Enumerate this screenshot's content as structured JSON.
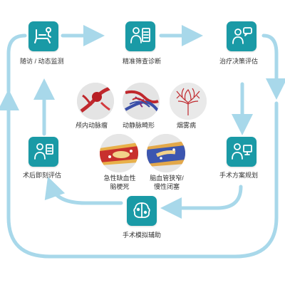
{
  "nodes": {
    "followup": {
      "label": "随访 / 动态监测",
      "icon": "dental-chair-icon"
    },
    "screening": {
      "label": "精准筛查诊断",
      "icon": "doctor-checklist-icon"
    },
    "treatment": {
      "label": "治疗决策评估",
      "icon": "doctor-chat-icon"
    },
    "surgery_plan": {
      "label": "手术方案规划",
      "icon": "surgeon-monitor-icon"
    },
    "postop": {
      "label": "术后即刻评估",
      "icon": "doctor-clipboard-icon"
    },
    "simulation": {
      "label": "手术模拟辅助",
      "icon": "brain-circuit-icon"
    }
  },
  "diseases": {
    "aneurysm": {
      "label": "颅内动脉瘤"
    },
    "avm": {
      "label": "动静脉畸形"
    },
    "moyamoya": {
      "label": "烟雾病"
    },
    "ischemia": {
      "label_line1": "急性缺血性",
      "label_line2": "脑梗死"
    },
    "stenosis": {
      "label_line1": "脑血管狭窄/",
      "label_line2": "慢性闭塞"
    }
  },
  "colors": {
    "accent": "#1a9aa6",
    "arrow": "#a8d8ea"
  }
}
